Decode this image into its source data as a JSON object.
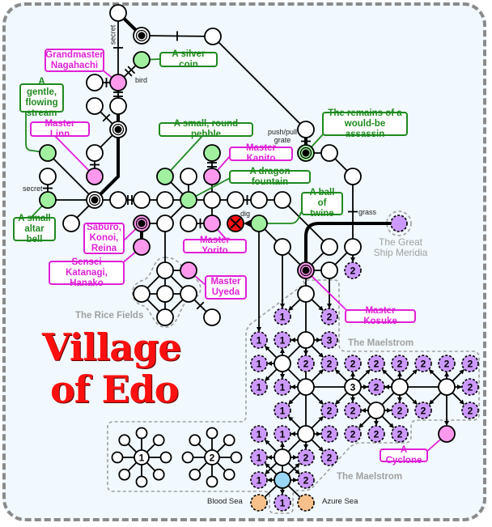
{
  "title": {
    "line1": "Village",
    "line2": "of Edo"
  },
  "labels": {
    "silver_coin": "A silver coin",
    "nagahachi": "Grandmaster Nagahachi",
    "stream": "A gentle, flowing stream",
    "linn": "Master Linn",
    "pebble": "A small, round pebble",
    "kanito": "Master Kanito",
    "fountain": "A dragon fountain",
    "assassin": "The remains of a would-be assassin",
    "twine": "A ball of twine",
    "altar_bell": "A small altar bell",
    "saburo": "Saburo, Konoi, Reina",
    "katanagi": "Sensei Katanagi, Hanako",
    "yorito": "Master Yorito",
    "uyeda": "Master Uyeda",
    "kosuke": "Master Kosuke",
    "cyclone": "A Cyclone"
  },
  "regions": {
    "ship": "The Great Ship Meridia",
    "rice": "The Rice Fields",
    "maelstrom1": "The Maelstrom",
    "maelstrom2": "The Maelstrom"
  },
  "edge_notes": {
    "secret1": "secret",
    "secret2": "secret",
    "bird": "bird",
    "dig": "dig",
    "push_pull": "push/pull grate",
    "grass": "grass",
    "blood_sea": "Blood Sea",
    "azure_sea": "Azure Sea"
  },
  "numbered_nodes": [
    "2",
    "1",
    "2",
    "1",
    "1",
    "3",
    "1",
    "2",
    "2",
    "2",
    "2",
    "2",
    "2",
    "2",
    "2",
    "1",
    "1",
    "2",
    "2",
    "1",
    "2",
    "2",
    "2",
    "2",
    "2",
    "1",
    "1",
    "2",
    "2",
    "2",
    "2",
    "1",
    "2",
    "2",
    "1",
    "2",
    "1"
  ],
  "hub_numbers": {
    "maelstrom_hub": "3",
    "star1": "1",
    "star2": "2"
  },
  "colors": {
    "green": "#a0f0a0",
    "pink": "#ff99ee",
    "purple": "#cc99ff",
    "orange": "#f7c08a",
    "blue": "#9ad6f5",
    "red": "#ff1010",
    "label_green": "#1f8a1f",
    "label_pink": "#e020d8"
  }
}
